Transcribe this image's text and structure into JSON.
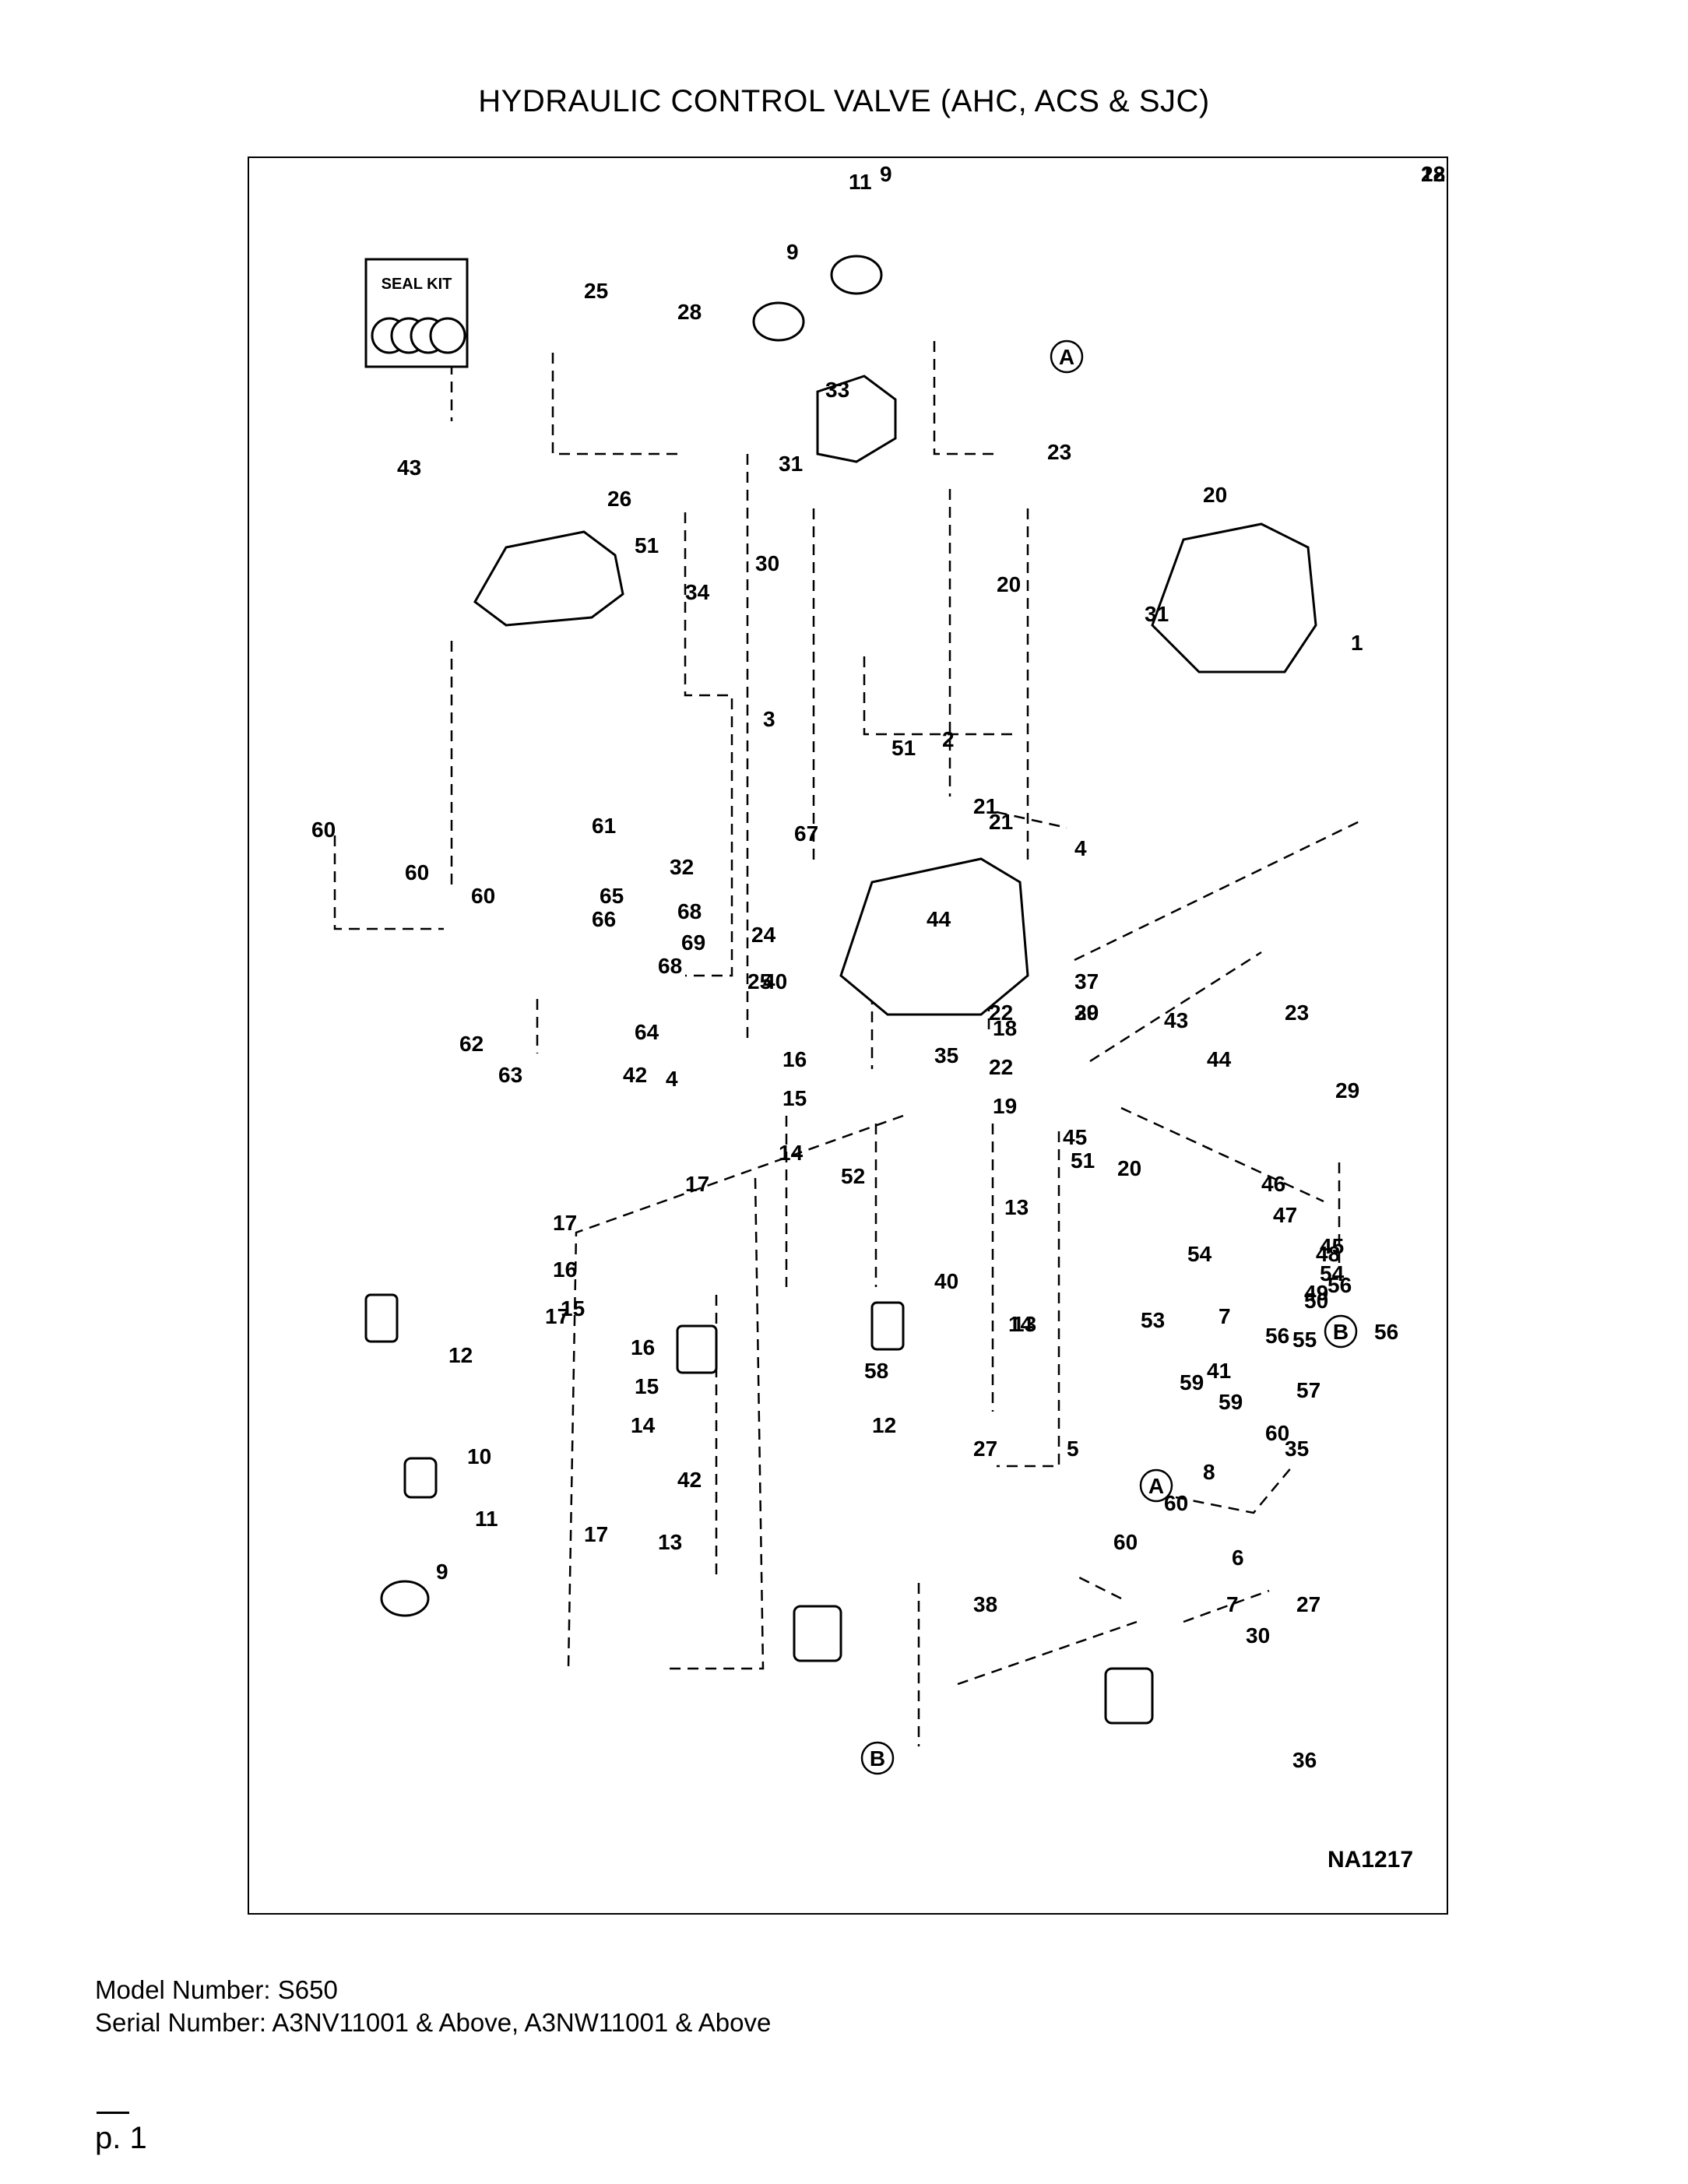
{
  "title": "HYDRAULIC CONTROL VALVE (AHC, ACS & SJC)",
  "diagram": {
    "figure_id": "NA1217",
    "seal_kit_label": "SEAL KIT",
    "connector_labels": [
      "A",
      "A",
      "B",
      "B"
    ],
    "callouts": [
      "1",
      "2",
      "3",
      "4",
      "4",
      "5",
      "6",
      "7",
      "7",
      "8",
      "9",
      "9",
      "9",
      "10",
      "11",
      "11",
      "12",
      "12",
      "12",
      "13",
      "13",
      "13",
      "14",
      "14",
      "14",
      "15",
      "15",
      "15",
      "16",
      "16",
      "16",
      "17",
      "17",
      "17",
      "17",
      "18",
      "19",
      "20",
      "20",
      "20",
      "20",
      "21",
      "21",
      "22",
      "22",
      "23",
      "23",
      "24",
      "25",
      "25",
      "26",
      "27",
      "27",
      "28",
      "28",
      "29",
      "30",
      "30",
      "31",
      "31",
      "32",
      "33",
      "34",
      "35",
      "35",
      "36",
      "37",
      "38",
      "39",
      "40",
      "40",
      "41",
      "42",
      "42",
      "43",
      "43",
      "44",
      "44",
      "45",
      "45",
      "46",
      "47",
      "48",
      "49",
      "50",
      "51",
      "51",
      "51",
      "52",
      "53",
      "54",
      "54",
      "55",
      "56",
      "56",
      "56",
      "57",
      "58",
      "59",
      "59",
      "60",
      "60",
      "60",
      "60",
      "60",
      "60",
      "61",
      "62",
      "63",
      "64",
      "65",
      "66",
      "67",
      "68",
      "68",
      "69"
    ]
  },
  "footer": {
    "model": "Model Number: S650",
    "serial": "Serial Number: A3NV11001 & Above, A3NW11001 & Above"
  },
  "page": "p. 1"
}
